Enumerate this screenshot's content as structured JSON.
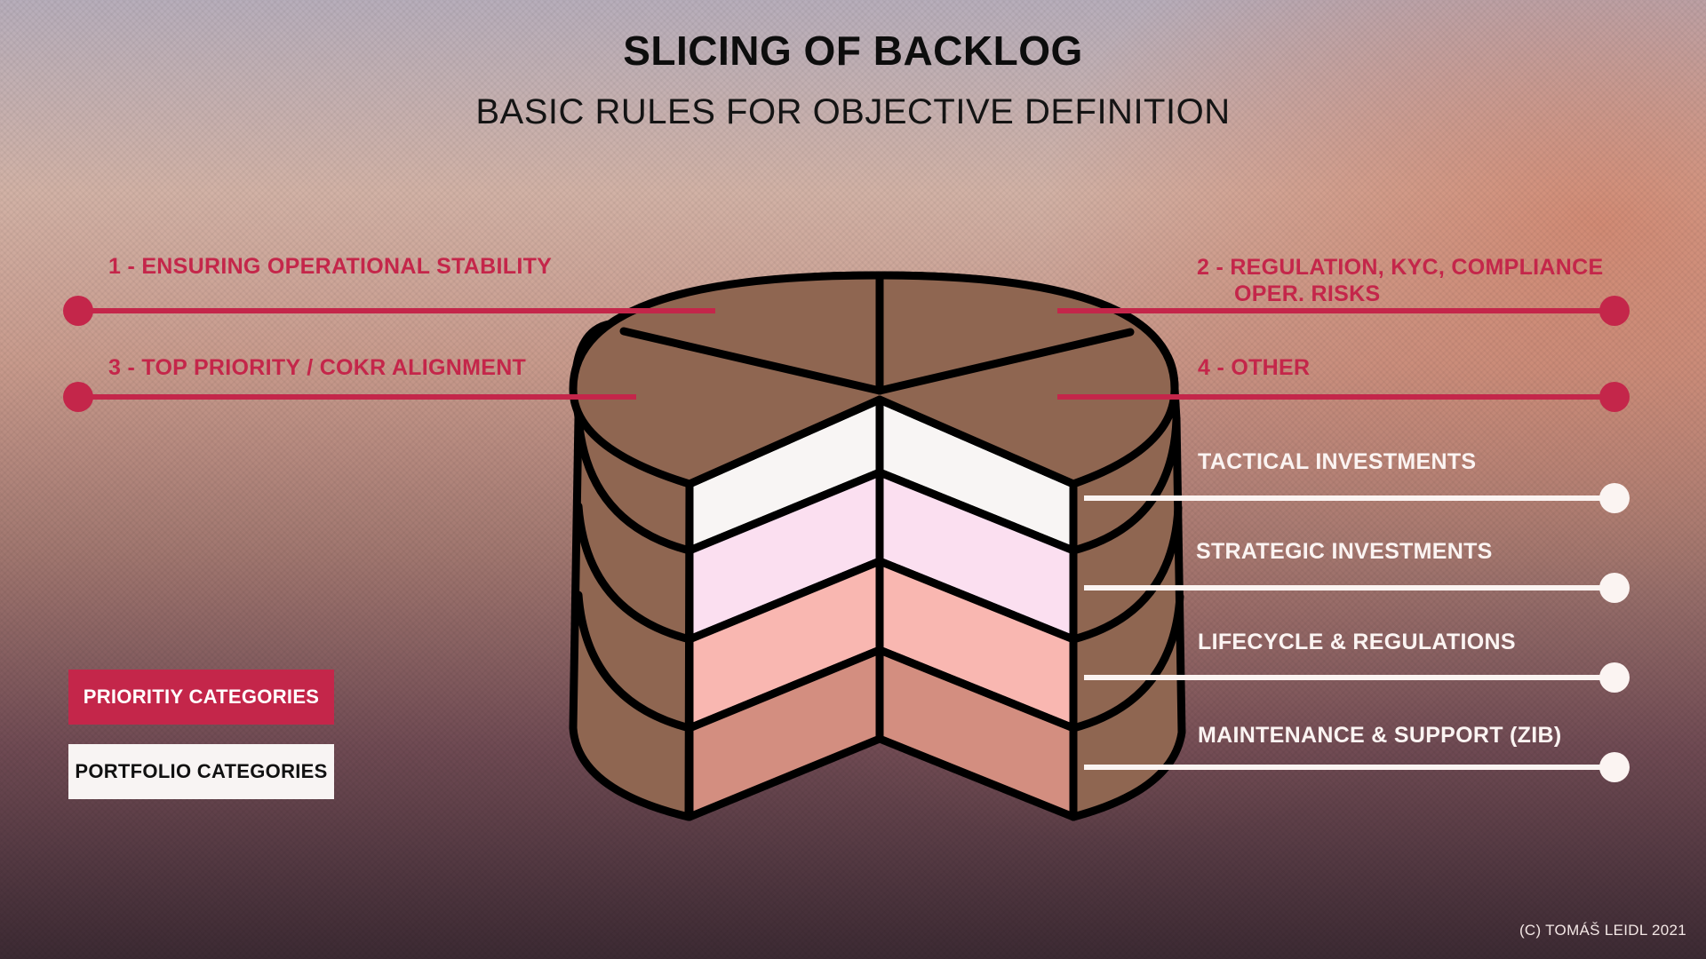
{
  "header": {
    "title": "SLICING OF BACKLOG",
    "subtitle": "BASIC RULES FOR OBJECTIVE DEFINITION"
  },
  "priority_categories": [
    {
      "label": "1 - ENSURING OPERATIONAL STABILITY"
    },
    {
      "label_line1": "2 - REGULATION, KYC, COMPLIANCE",
      "label_line2": "OPER. RISKS"
    },
    {
      "label": "3 - TOP PRIORITY / COKR ALIGNMENT"
    },
    {
      "label": "4 - OTHER"
    }
  ],
  "portfolio_categories": [
    {
      "label": "TACTICAL INVESTMENTS",
      "color": "#f8f5f4"
    },
    {
      "label": "STRATEGIC INVESTMENTS",
      "color": "#fbdff0"
    },
    {
      "label": "LIFECYCLE & REGULATIONS",
      "color": "#f9b7b1"
    },
    {
      "label": "MAINTENANCE & SUPPORT (ZIB)",
      "color": "#d38e80"
    }
  ],
  "legend": {
    "priority": "PRIORITIY CATEGORIES",
    "portfolio": "PORTFOLIO CATEGORIES"
  },
  "colors": {
    "priority_accent": "#c4264a",
    "cake_brown": "#8f6651",
    "outline": "#000000"
  },
  "footer": {
    "copyright": "(C) TOMÁŠ LEIDL 2021"
  }
}
